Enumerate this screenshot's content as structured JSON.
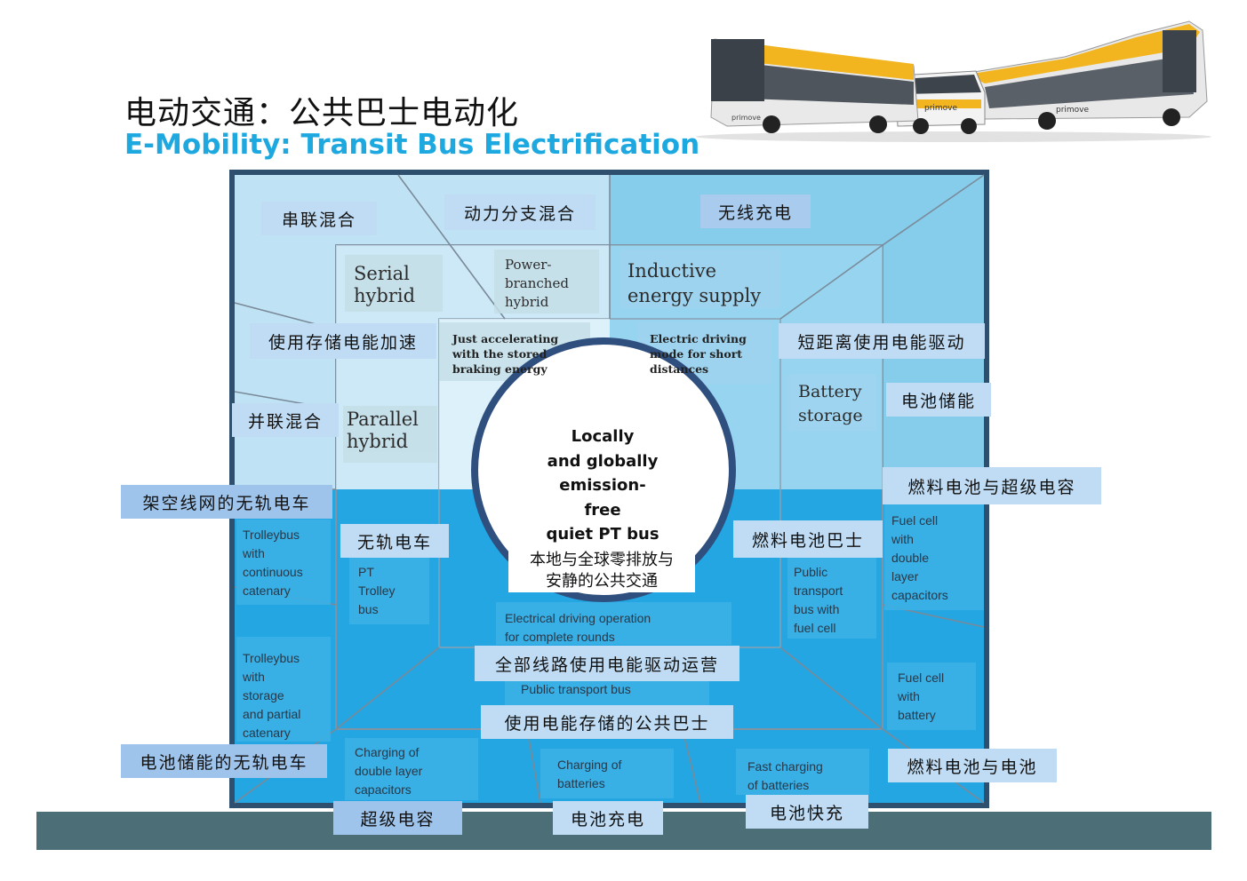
{
  "title": {
    "zh": "电动交通：公共巴士电动化",
    "en": "E-Mobility: Transit Bus Electrification"
  },
  "bus_image": {
    "labels": [
      "primove",
      "primove",
      "primove"
    ]
  },
  "colors": {
    "title_en": "#1da9e0",
    "footer": "#4b6e77",
    "upper_zone": "#bfe2f4",
    "upper_right_zone": "#86cdec",
    "lower_zone": "#24a6e2",
    "center_circle": "#ffffff"
  },
  "center": {
    "en_lines": [
      "Locally",
      "and globally",
      "emission-",
      "free",
      "quiet  PT bus"
    ],
    "zh_lines": [
      "本地与全球零排放与",
      "安静的公共交通"
    ]
  },
  "segments": {
    "serial_hybrid": {
      "en": [
        "Serial",
        "hybrid"
      ],
      "zh": "串联混合"
    },
    "power_branched": {
      "en": [
        "Power-",
        "branched",
        "hybrid"
      ],
      "zh": "动力分支混合"
    },
    "inductive": {
      "en": [
        "Inductive",
        "energy supply"
      ],
      "zh": "无线充电"
    },
    "accelerating": {
      "en": [
        "Just accelerating",
        "with the stored",
        "braking energy"
      ],
      "zh": "使用存储电能加速"
    },
    "short_distance": {
      "en": [
        "Electric driving",
        "mode for short",
        "distances"
      ],
      "zh": "短距离使用电能驱动"
    },
    "parallel_hybrid": {
      "en": [
        "Parallel",
        "hybrid"
      ],
      "zh": "并联混合"
    },
    "battery_storage": {
      "en": [
        "Battery",
        "storage"
      ],
      "zh": "电池储能"
    },
    "trolleybus_catenary": {
      "en": [
        "Trolleybus",
        "with",
        "continuous",
        "catenary"
      ],
      "zh": "架空线网的无轨电车"
    },
    "pt_trolley": {
      "en": [
        "PT",
        "Trolley",
        "bus"
      ],
      "zh": "无轨电车"
    },
    "fuelcell_supercap": {
      "en": [
        "Fuel cell",
        "with",
        "double",
        "layer",
        "capacitors"
      ],
      "zh": "燃料电池与超级电容"
    },
    "fuelcell_bus": {
      "en": [
        "Public",
        "transport",
        "bus with",
        "fuel cell"
      ],
      "zh": "燃料电池巴士"
    },
    "complete_rounds": {
      "en": [
        "Electrical driving operation",
        "for complete rounds"
      ],
      "zh": "全部线路使用电能驱动运营"
    },
    "storage_bus": {
      "en": [
        "Public transport bus"
      ],
      "zh": "使用电能存储的公共巴士"
    },
    "trolleybus_storage": {
      "en": [
        "Trolleybus",
        "with",
        "storage",
        "and partial",
        "catenary"
      ],
      "zh": "电池储能的无轨电车"
    },
    "fuelcell_battery": {
      "en": [
        "Fuel cell",
        "with",
        "battery"
      ],
      "zh": "燃料电池与电池"
    },
    "double_layer_charging": {
      "en": [
        "Charging of",
        "double layer",
        "capacitors"
      ],
      "zh": "超级电容"
    },
    "battery_charging": {
      "en": [
        "Charging of",
        "batteries"
      ],
      "zh": "电池充电"
    },
    "fast_charging": {
      "en": [
        "Fast charging",
        "of batteries"
      ],
      "zh": "电池快充"
    }
  }
}
